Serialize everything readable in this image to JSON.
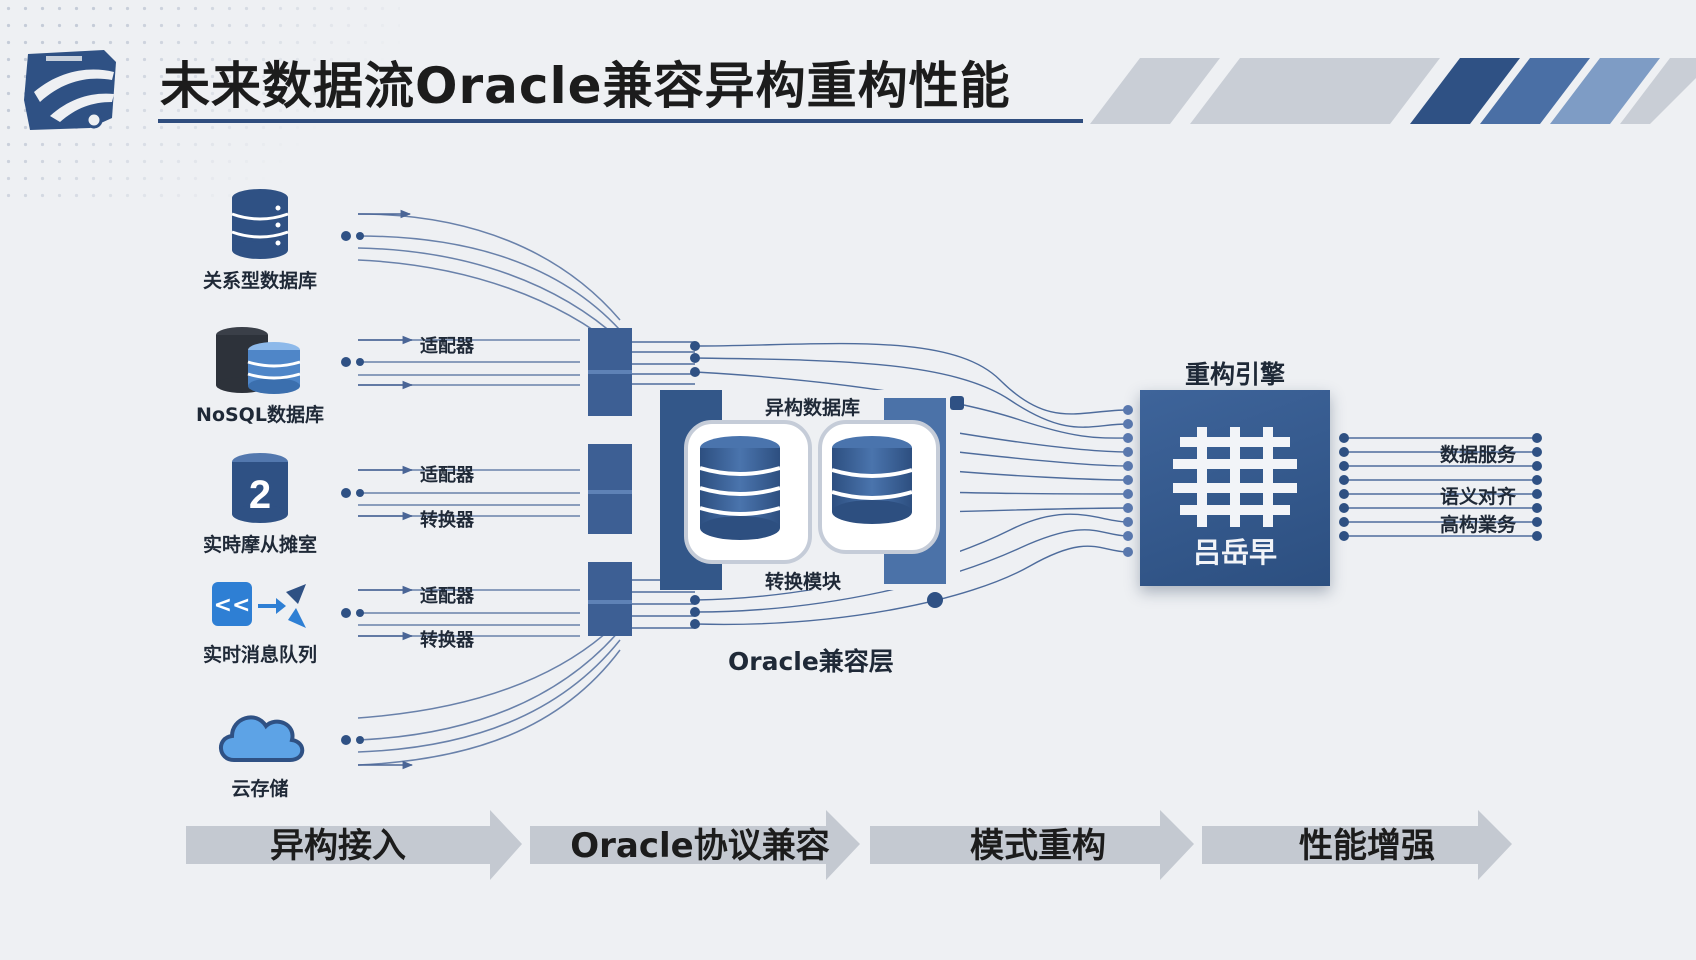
{
  "title": "未来数据流Oracle兼容异构重构性能",
  "sources": [
    {
      "label": "关系型数据库",
      "icon": "database-stack-icon"
    },
    {
      "label": "NoSQL数据库",
      "icon": "dual-database-icon"
    },
    {
      "label": "实時摩从摊室",
      "icon": "numbered-database-icon",
      "badge": "2"
    },
    {
      "label": "实时消息队列",
      "icon": "message-queue-icon",
      "badge": "<<"
    },
    {
      "label": "云存储",
      "icon": "cloud-icon"
    }
  ],
  "connectors": {
    "adapter_1": "适配器",
    "adapter_2": "适配器",
    "converter_2": "转换器",
    "adapter_3": "适配器",
    "converter_3": "转换器"
  },
  "oracle_layer": {
    "label": "Oracle兼容层",
    "heterogeneous_db": "异构数据库",
    "converter": "转换模块"
  },
  "engine": {
    "title": "重构引擎",
    "glyph_text": "吕岳早"
  },
  "outputs": [
    "数据服务",
    "语义对齐",
    "高构業务"
  ],
  "steps": [
    "异构接入",
    "Oracle协议兼容",
    "模式重构",
    "性能增强"
  ],
  "colors": {
    "primary": "#2f5184",
    "secondary": "#4d74ab",
    "light_blue": "#7aa6dc",
    "arrow_gray": "#c4c9d1",
    "background": "#eef0f3"
  }
}
